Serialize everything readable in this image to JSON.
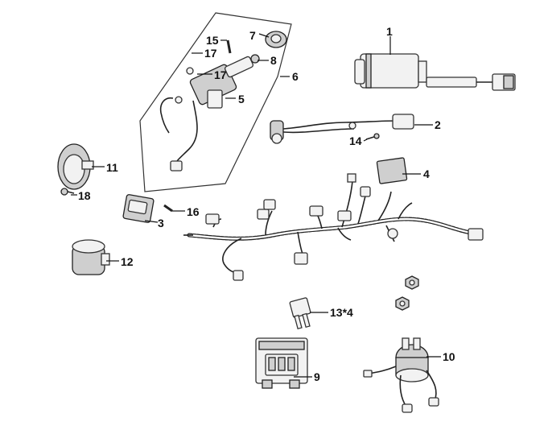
{
  "callouts": {
    "c1": "1",
    "c2": "2",
    "c3": "3",
    "c4": "4",
    "c5": "5",
    "c6": "6",
    "c7": "7",
    "c8": "8",
    "c9": "9",
    "c10": "10",
    "c11": "11",
    "c12": "12",
    "c13": "13*4",
    "c14": "14",
    "c15": "15",
    "c16": "16",
    "c17a": "17",
    "c17b": "17",
    "c18": "18"
  }
}
